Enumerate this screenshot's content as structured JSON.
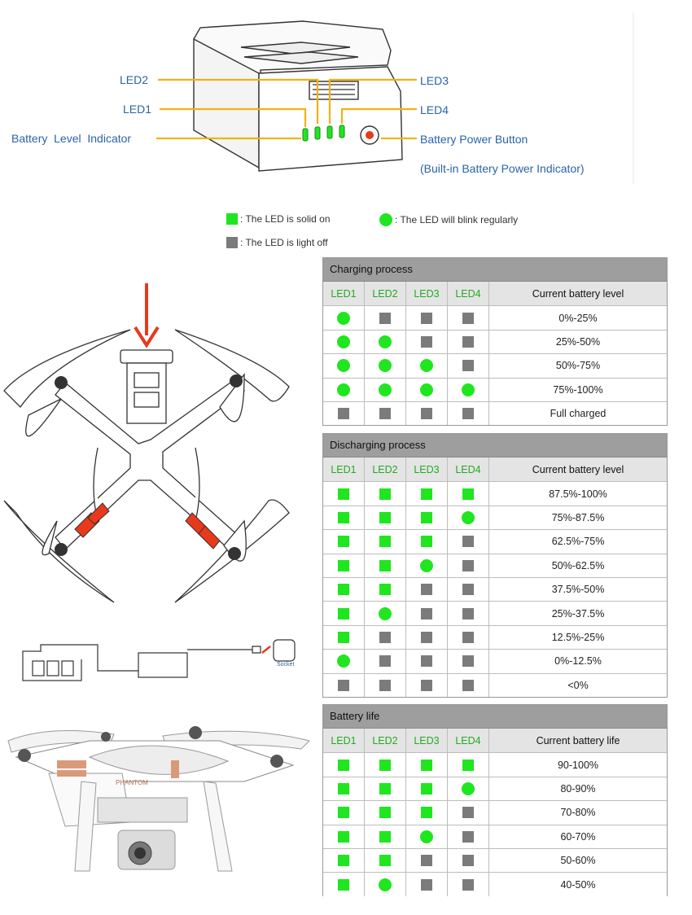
{
  "callouts": {
    "led2": "LED2",
    "led1": "LED1",
    "indicator": "Battery  Level  Indicator",
    "led3": "LED3",
    "led4": "LED4",
    "power_button": "Battery Power Button",
    "power_indicator": "(Built-in Battery Power Indicator)"
  },
  "legend": {
    "solid": ": The LED is solid on",
    "blink": ": The LED will blink regularly",
    "off": ": The LED is light off"
  },
  "socket_label": "Socket",
  "drone_brand": "PHANTOM",
  "colors": {
    "led_on": "#1fe61f",
    "led_off": "#7b7b7b",
    "callout_line": "#f2b10f",
    "callout_text": "#2a64a8",
    "accent_red": "#e8391c"
  },
  "tables": [
    {
      "title": "Charging process",
      "headers": [
        "LED1",
        "LED2",
        "LED3",
        "LED4",
        "Current battery level"
      ],
      "rows": [
        {
          "leds": [
            "blink",
            "off",
            "off",
            "off"
          ],
          "level": "0%-25%"
        },
        {
          "leds": [
            "blink",
            "blink",
            "off",
            "off"
          ],
          "level": "25%-50%"
        },
        {
          "leds": [
            "blink",
            "blink",
            "blink",
            "off"
          ],
          "level": "50%-75%"
        },
        {
          "leds": [
            "blink",
            "blink",
            "blink",
            "blink"
          ],
          "level": "75%-100%"
        },
        {
          "leds": [
            "off",
            "off",
            "off",
            "off"
          ],
          "level": "Full charged"
        }
      ]
    },
    {
      "title": "Discharging process",
      "headers": [
        "LED1",
        "LED2",
        "LED3",
        "LED4",
        "Current battery level"
      ],
      "rows": [
        {
          "leds": [
            "solid",
            "solid",
            "solid",
            "solid"
          ],
          "level": "87.5%-100%"
        },
        {
          "leds": [
            "solid",
            "solid",
            "solid",
            "blink"
          ],
          "level": "75%-87.5%"
        },
        {
          "leds": [
            "solid",
            "solid",
            "solid",
            "off"
          ],
          "level": "62.5%-75%"
        },
        {
          "leds": [
            "solid",
            "solid",
            "blink",
            "off"
          ],
          "level": "50%-62.5%"
        },
        {
          "leds": [
            "solid",
            "solid",
            "off",
            "off"
          ],
          "level": "37.5%-50%"
        },
        {
          "leds": [
            "solid",
            "blink",
            "off",
            "off"
          ],
          "level": "25%-37.5%"
        },
        {
          "leds": [
            "solid",
            "off",
            "off",
            "off"
          ],
          "level": "12.5%-25%"
        },
        {
          "leds": [
            "blink",
            "off",
            "off",
            "off"
          ],
          "level": "0%-12.5%"
        },
        {
          "leds": [
            "off",
            "off",
            "off",
            "off"
          ],
          "level": "<0%"
        }
      ]
    },
    {
      "title": "Battery life",
      "headers": [
        "LED1",
        "LED2",
        "LED3",
        "LED4",
        "Current battery life"
      ],
      "rows": [
        {
          "leds": [
            "solid",
            "solid",
            "solid",
            "solid"
          ],
          "level": "90-100%"
        },
        {
          "leds": [
            "solid",
            "solid",
            "solid",
            "blink"
          ],
          "level": "80-90%"
        },
        {
          "leds": [
            "solid",
            "solid",
            "solid",
            "off"
          ],
          "level": "70-80%"
        },
        {
          "leds": [
            "solid",
            "solid",
            "blink",
            "off"
          ],
          "level": "60-70%"
        },
        {
          "leds": [
            "solid",
            "solid",
            "off",
            "off"
          ],
          "level": "50-60%"
        },
        {
          "leds": [
            "solid",
            "blink",
            "off",
            "off"
          ],
          "level": "40-50%"
        }
      ]
    }
  ]
}
